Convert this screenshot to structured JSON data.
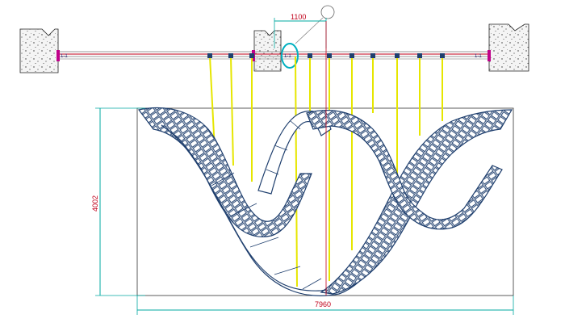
{
  "dimensions": {
    "top_spacing": "1100",
    "height": "4002",
    "width": "7960"
  },
  "anchor_marks": {
    "left": "1-1",
    "center": "1-1",
    "right": "1-1"
  },
  "colors": {
    "mesh": "#1f3f6e",
    "hanger": "#e6e600",
    "dimension_line": "#00a9a0",
    "dimension_text": "#c0001a",
    "beam": "#9a9a9a",
    "beam_red": "#c0001a",
    "concrete": "#f2f2f2"
  }
}
